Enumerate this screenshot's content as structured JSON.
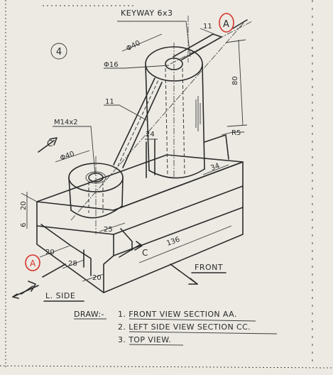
{
  "sheet": {
    "problem_number": "4",
    "keyway": "KEYWAY 6x3",
    "phi40_top": "Φ40",
    "phi16": "Φ16",
    "dim_11_top": "11",
    "section_letter_a_top": "A",
    "dim_80": "80",
    "dim_11_rib": "11",
    "dim_24": "24",
    "r5": "R5",
    "m14": "M14x2",
    "phi40_small": "Φ40",
    "section_letter_c_left": "C",
    "dim_34": "34",
    "dim_20_height": "20",
    "dim_6": "6",
    "dim_25": "25",
    "section_letter_a_bottom": "A",
    "dim_20_a": "20",
    "dim_28": "28",
    "dim_20_b": "20",
    "section_letter_c_bottom": "C",
    "dim_136": "136",
    "front_label": "FRONT",
    "lside_label": "L. SIDE",
    "draw_label": "DRAW:-",
    "instructions": [
      "1. FRONT VIEW SECTION AA.",
      "2. LEFT SIDE VIEW SECTION CC.",
      "3. TOP VIEW."
    ]
  },
  "colors": {
    "ink": "#2b2b2b",
    "paper": "#eceae3",
    "marker": "#d6322a"
  }
}
